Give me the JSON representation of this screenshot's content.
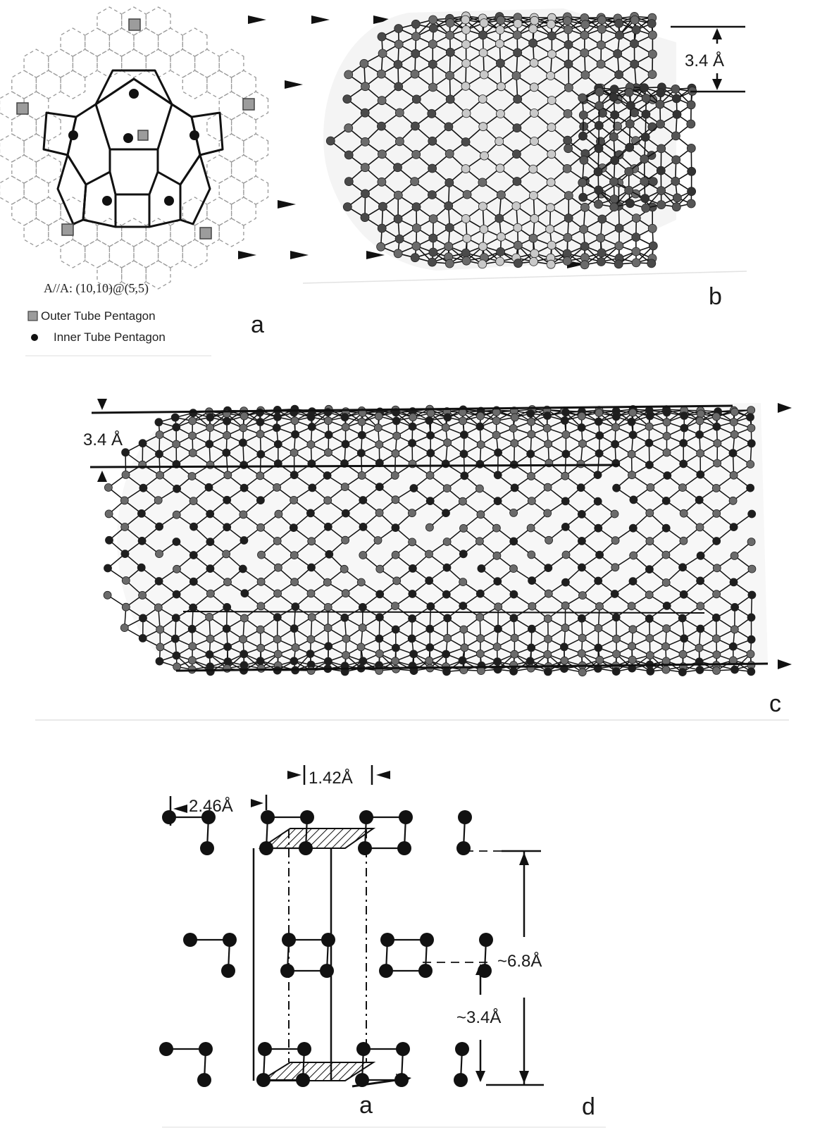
{
  "panel_a": {
    "label": "a",
    "caption": "A//A: (10,10)@(5,5)",
    "legend": [
      {
        "symbol": "square",
        "text": "Outer Tube Pentagon"
      },
      {
        "symbol": "dot",
        "text": "Inner Tube Pentagon"
      }
    ]
  },
  "panel_b": {
    "label": "b",
    "spacing_label": "3.4 Å"
  },
  "panel_c": {
    "label": "c",
    "spacing_label": "3.4 Å"
  },
  "panel_d": {
    "label": "d",
    "bond_length_label": "1.42Å",
    "lattice_label": "2.46Å",
    "layer_spacing_label": "~3.4Å",
    "period_label": "~6.8Å",
    "vector_label": "a"
  },
  "colors": {
    "ink": "#111111",
    "outer_atom": "#6b6b6b",
    "inner_atom": "#1e1e1e",
    "dashed": "#9a9a9a"
  }
}
